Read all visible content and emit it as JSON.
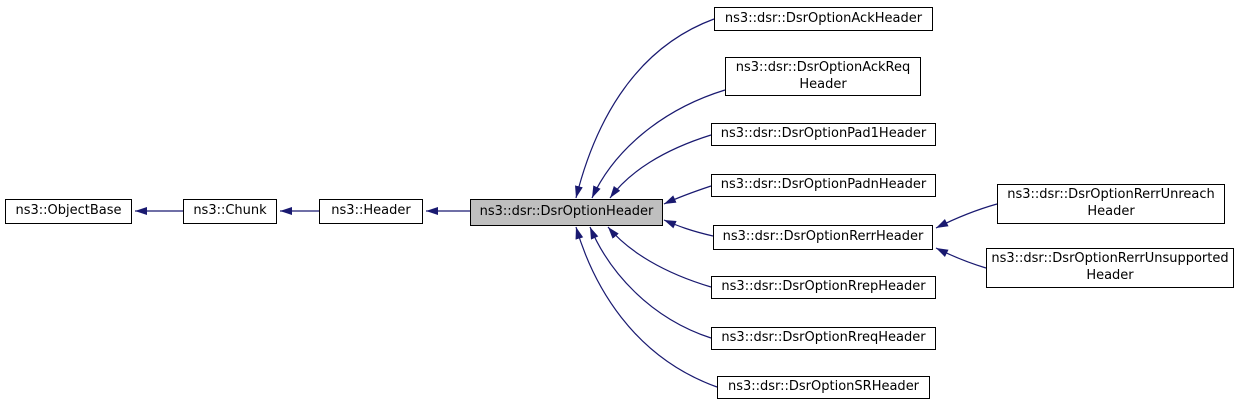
{
  "diagram": {
    "kind": "class-inheritance-graph",
    "focus_class": "ns3::dsr::DsrOptionHeader",
    "colors": {
      "edge": "#191970",
      "box_border": "#000000",
      "box_fill": "#ffffff",
      "focus_box_fill": "#bfbfbf",
      "background": "#ffffff",
      "text": "#000000"
    }
  },
  "nodes": {
    "objectbase": {
      "label": "ns3::ObjectBase"
    },
    "chunk": {
      "label": "ns3::Chunk"
    },
    "header": {
      "label": "ns3::Header"
    },
    "dsroptionheader": {
      "label": "ns3::dsr::DsrOptionHeader"
    },
    "ack": {
      "label": "ns3::dsr::DsrOptionAckHeader"
    },
    "ackreq": {
      "label": "ns3::dsr::DsrOptionAckReq\nHeader"
    },
    "pad1": {
      "label": "ns3::dsr::DsrOptionPad1Header"
    },
    "padn": {
      "label": "ns3::dsr::DsrOptionPadnHeader"
    },
    "rerr": {
      "label": "ns3::dsr::DsrOptionRerrHeader"
    },
    "rrep": {
      "label": "ns3::dsr::DsrOptionRrepHeader"
    },
    "rreq": {
      "label": "ns3::dsr::DsrOptionRreqHeader"
    },
    "sr": {
      "label": "ns3::dsr::DsrOptionSRHeader"
    },
    "rerrunreach": {
      "label": "ns3::dsr::DsrOptionRerrUnreach\nHeader"
    },
    "rerrunsupported": {
      "label": "ns3::dsr::DsrOptionRerrUnsupported\nHeader"
    }
  },
  "edges": [
    {
      "from": "ns3::Chunk",
      "to": "ns3::ObjectBase",
      "type": "inheritance"
    },
    {
      "from": "ns3::Header",
      "to": "ns3::Chunk",
      "type": "inheritance"
    },
    {
      "from": "ns3::dsr::DsrOptionHeader",
      "to": "ns3::Header",
      "type": "inheritance"
    },
    {
      "from": "ns3::dsr::DsrOptionAckHeader",
      "to": "ns3::dsr::DsrOptionHeader",
      "type": "inheritance"
    },
    {
      "from": "ns3::dsr::DsrOptionAckReqHeader",
      "to": "ns3::dsr::DsrOptionHeader",
      "type": "inheritance"
    },
    {
      "from": "ns3::dsr::DsrOptionPad1Header",
      "to": "ns3::dsr::DsrOptionHeader",
      "type": "inheritance"
    },
    {
      "from": "ns3::dsr::DsrOptionPadnHeader",
      "to": "ns3::dsr::DsrOptionHeader",
      "type": "inheritance"
    },
    {
      "from": "ns3::dsr::DsrOptionRerrHeader",
      "to": "ns3::dsr::DsrOptionHeader",
      "type": "inheritance"
    },
    {
      "from": "ns3::dsr::DsrOptionRrepHeader",
      "to": "ns3::dsr::DsrOptionHeader",
      "type": "inheritance"
    },
    {
      "from": "ns3::dsr::DsrOptionRreqHeader",
      "to": "ns3::dsr::DsrOptionHeader",
      "type": "inheritance"
    },
    {
      "from": "ns3::dsr::DsrOptionSRHeader",
      "to": "ns3::dsr::DsrOptionHeader",
      "type": "inheritance"
    },
    {
      "from": "ns3::dsr::DsrOptionRerrUnreachHeader",
      "to": "ns3::dsr::DsrOptionRerrHeader",
      "type": "inheritance"
    },
    {
      "from": "ns3::dsr::DsrOptionRerrUnsupportedHeader",
      "to": "ns3::dsr::DsrOptionRerrHeader",
      "type": "inheritance"
    }
  ]
}
